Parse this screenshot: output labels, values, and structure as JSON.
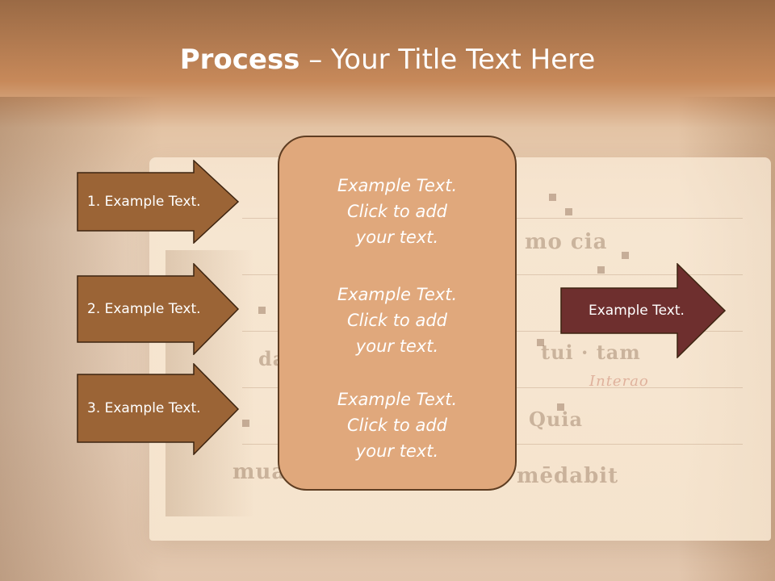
{
  "slide": {
    "title_bold": "Process",
    "title_rest": " – Your Title Text Here"
  },
  "left_arrows": [
    {
      "label": "1. Example Text."
    },
    {
      "label": "2. Example Text."
    },
    {
      "label": "3. Example Text."
    }
  ],
  "center_box": {
    "blocks": [
      {
        "line1": "Example Text.",
        "line2": "Click  to add",
        "line3": "your text."
      },
      {
        "line1": "Example Text.",
        "line2": "Click  to add",
        "line3": "your text."
      },
      {
        "line1": "Example Text.",
        "line2": "Click  to add",
        "line3": "your text."
      }
    ]
  },
  "right_arrow": {
    "label": "Example Text."
  },
  "colors": {
    "left_arrow_fill": "#9b6436",
    "arrow_border": "#3d2410",
    "center_box_fill": "#e0a87c",
    "right_arrow_fill": "#6e2f2e"
  }
}
